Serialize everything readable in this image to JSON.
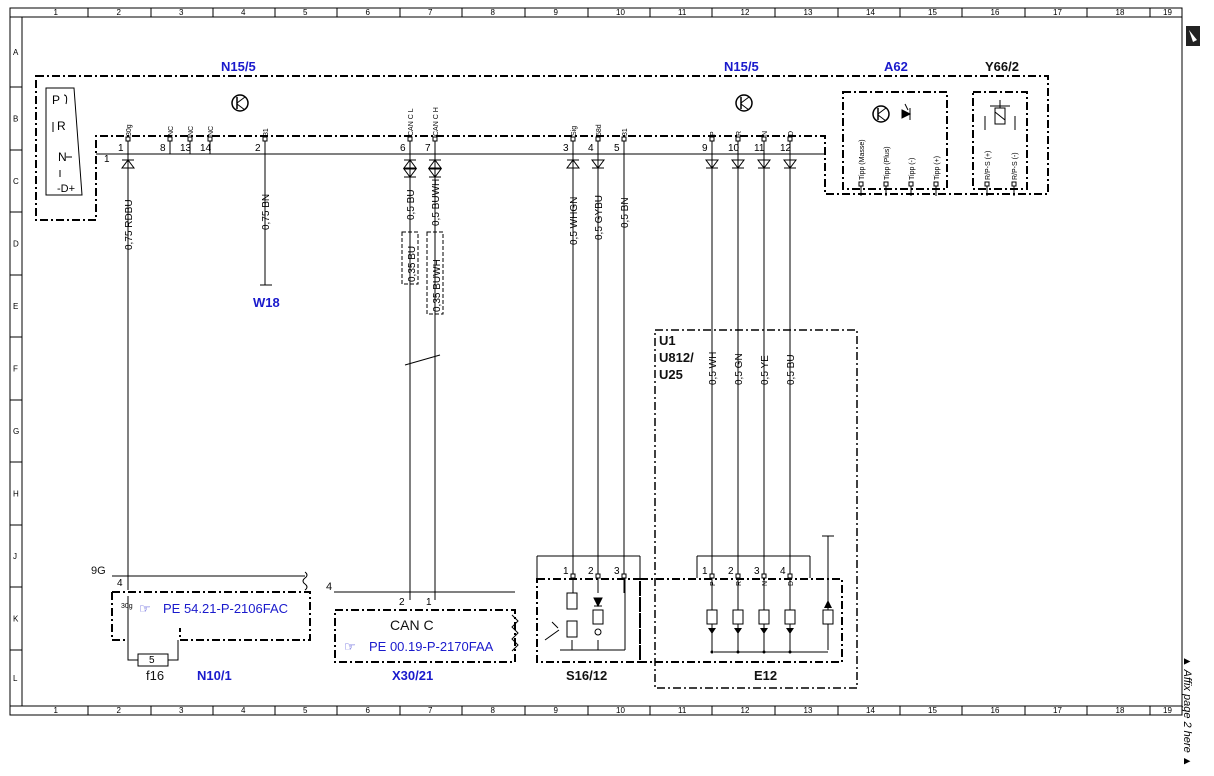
{
  "grid": {
    "columns": [
      "1",
      "2",
      "3",
      "4",
      "5",
      "6",
      "7",
      "8",
      "9",
      "10",
      "11",
      "12",
      "13",
      "14",
      "15",
      "16",
      "17",
      "18",
      "19"
    ],
    "rows": [
      "A",
      "B",
      "C",
      "D",
      "E",
      "F",
      "G",
      "H",
      "J",
      "K",
      "L"
    ]
  },
  "modules": {
    "n15_5_left": "N15/5",
    "n15_5_right": "N15/5",
    "a62": "A62",
    "y66_2": "Y66/2",
    "w18": "W18",
    "n10_1": "N10/1",
    "x30_21": "X30/21",
    "s16_12": "S16/12",
    "e12": "E12",
    "f16": "f16",
    "u1": "U1",
    "u812": "U812/",
    "u25": "U25",
    "ground_9g": "9G",
    "can_c": "CAN C"
  },
  "connector_label": "1",
  "gear_selector": [
    "P",
    "R",
    "N",
    "-D+"
  ],
  "pins": [
    {
      "num": "1",
      "sig": "30g"
    },
    {
      "num": "8",
      "sig": "NC"
    },
    {
      "num": "13",
      "sig": "NC"
    },
    {
      "num": "14",
      "sig": "NC"
    },
    {
      "num": "2",
      "sig": "31"
    },
    {
      "num": "6",
      "sig": "CAN C L"
    },
    {
      "num": "7",
      "sig": "CAN C H"
    },
    {
      "num": "3",
      "sig": "Sig"
    },
    {
      "num": "4",
      "sig": "58d"
    },
    {
      "num": "5",
      "sig": "31"
    },
    {
      "num": "9",
      "sig": "P"
    },
    {
      "num": "10",
      "sig": "R"
    },
    {
      "num": "11",
      "sig": "N"
    },
    {
      "num": "12",
      "sig": "D"
    }
  ],
  "a62_pins": [
    "Tipp (Masse)",
    "Tipp (Plus)",
    "Tipp (-)",
    "Tipp (+)"
  ],
  "y66_pins": [
    "R/P-S (+)",
    "R/P-S (-)"
  ],
  "wires": {
    "w30g": "0,75 RDBU",
    "w31": "0,75 BN",
    "can_l": "0,5 BU",
    "can_h": "0,5 BUWH",
    "can_l_twist": "0,35 BU",
    "can_h_twist": "0,35 BUWH",
    "sig": "0,5 WHGN",
    "s58d": "0,5 GYBU",
    "s31": "0,5 BN",
    "p": "0,5 WH",
    "r": "0,5 GN",
    "n": "0,5 YE",
    "d": "0,5 BU"
  },
  "refs": {
    "n10_ref": "PE 54.21-P-2106FAC",
    "x30_ref": "PE 00.19-P-2170FAA"
  },
  "n10_pins": {
    "pin": "4",
    "sig": "30g",
    "fuse": "5"
  },
  "x30_pins": {
    "group": "4",
    "l": "2",
    "h": "1"
  },
  "s16_pins": [
    "1",
    "2",
    "3"
  ],
  "e12_pins": [
    "1",
    "2",
    "3",
    "4"
  ],
  "e12_sig": [
    "P",
    "R",
    "N",
    "D"
  ],
  "side_note": "▲ Affix page 2 here ▲"
}
